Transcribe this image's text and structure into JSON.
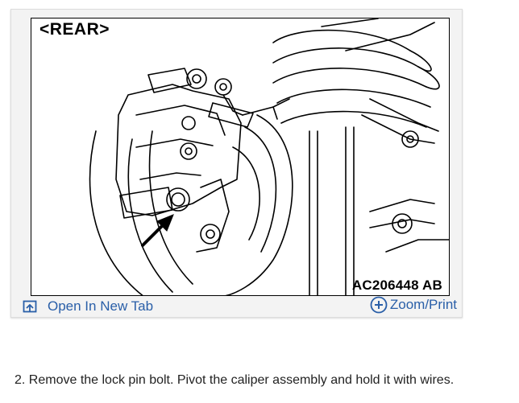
{
  "figure": {
    "orientation_label": "<REAR>",
    "figure_code": "AC206448 AB"
  },
  "toolbar": {
    "open_new_tab_label": "Open In New Tab",
    "open_new_tab_icon": "open-in-new-tab-icon",
    "zoom_print_label": "Zoom/Print",
    "zoom_print_icon": "zoom-plus-icon"
  },
  "instruction": {
    "text": "2. Remove the lock pin bolt. Pivot the caliper assembly and hold it with wires."
  },
  "colors": {
    "link": "#2a5fa8",
    "card_background": "#f3f3f3",
    "text": "#222222"
  }
}
